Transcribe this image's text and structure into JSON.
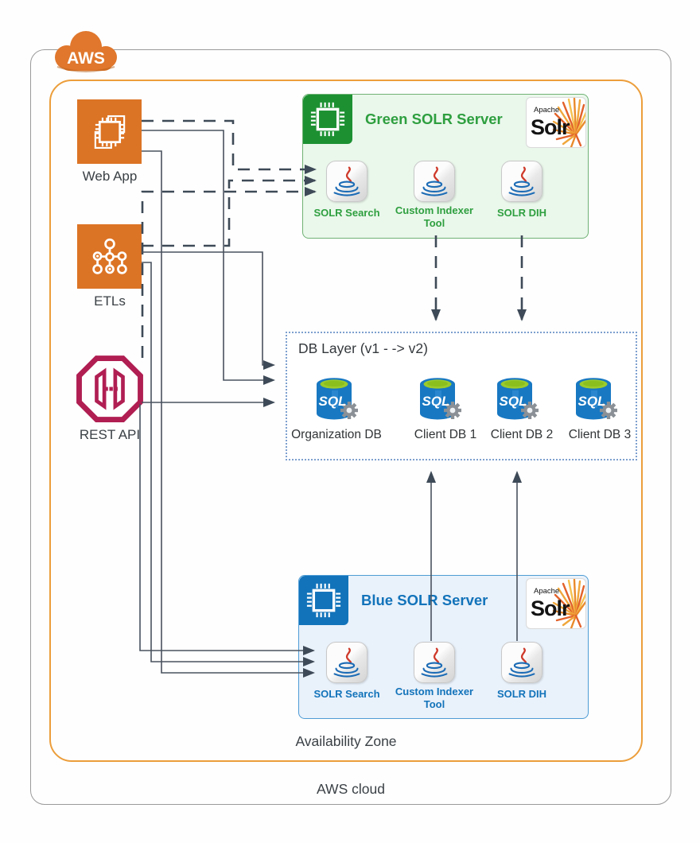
{
  "aws_logo": {
    "label": "AWS"
  },
  "outer": {
    "label": "AWS cloud"
  },
  "availability_zone": {
    "label": "Availability Zone"
  },
  "nodes": {
    "web_app": {
      "label": "Web App"
    },
    "etls": {
      "label": "ETLs"
    },
    "rest_api": {
      "label": "REST API"
    }
  },
  "green_server": {
    "title": "Green SOLR Server",
    "solr_logo": {
      "apache": "Apache",
      "solr": "Solr"
    },
    "components": [
      {
        "label": "SOLR Search"
      },
      {
        "label": "Custom Indexer Tool"
      },
      {
        "label": "SOLR DIH"
      }
    ]
  },
  "blue_server": {
    "title": "Blue SOLR Server",
    "solr_logo": {
      "apache": "Apache",
      "solr": "Solr"
    },
    "components": [
      {
        "label": "SOLR Search"
      },
      {
        "label": "Custom Indexer Tool"
      },
      {
        "label": "SOLR DIH"
      }
    ]
  },
  "db_layer": {
    "title": "DB Layer (v1 - -> v2)",
    "sql_label": "SQL",
    "databases": [
      {
        "label": "Organization DB"
      },
      {
        "label": "Client DB 1"
      },
      {
        "label": "Client DB 2"
      },
      {
        "label": "Client DB 3"
      }
    ]
  },
  "colors": {
    "aws_orange": "#DC7425",
    "az_border": "#EC9E3B",
    "green": "#1D9132",
    "blue": "#1273BA",
    "rest_magenta": "#B01E52",
    "connector": "#3E4A57"
  }
}
